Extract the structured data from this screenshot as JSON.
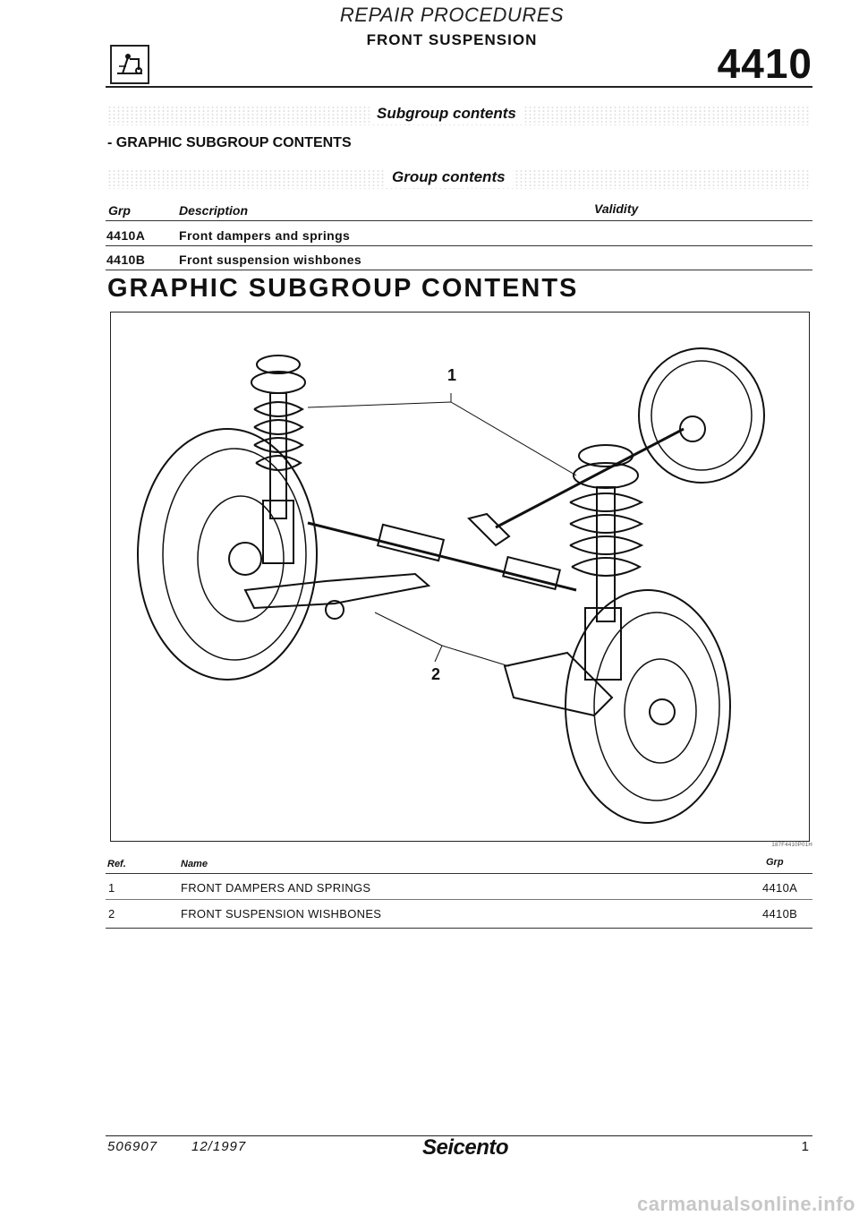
{
  "header": {
    "title": "REPAIR PROCEDURES",
    "subtitle": "FRONT SUSPENSION",
    "group_number": "4410",
    "logo_icon": "suspension-icon"
  },
  "subgroup_section": {
    "title": "Subgroup contents",
    "link": "- GRAPHIC SUBGROUP CONTENTS"
  },
  "group_section": {
    "title": "Group contents",
    "columns": [
      "Grp",
      "Description",
      "Validity"
    ],
    "rows": [
      {
        "grp": "4410A",
        "description": "Front dampers and springs"
      },
      {
        "grp": "4410B",
        "description": "Front suspension wishbones"
      }
    ]
  },
  "graphic": {
    "title": "GRAPHIC SUBGROUP CONTENTS",
    "figure_code": "187F4410P01H",
    "callouts": [
      "1",
      "2"
    ]
  },
  "reference_table": {
    "columns": [
      "Ref.",
      "Name",
      "Grp"
    ],
    "rows": [
      {
        "ref": "1",
        "name": "FRONT DAMPERS AND SPRINGS",
        "grp": "4410A"
      },
      {
        "ref": "2",
        "name": "FRONT SUSPENSION WISHBONES",
        "grp": "4410B"
      }
    ]
  },
  "footer": {
    "doc_number": "506907",
    "date": "12/1997",
    "brand": "Seicento",
    "page": "1"
  },
  "watermark": "carmanualsonline.info"
}
